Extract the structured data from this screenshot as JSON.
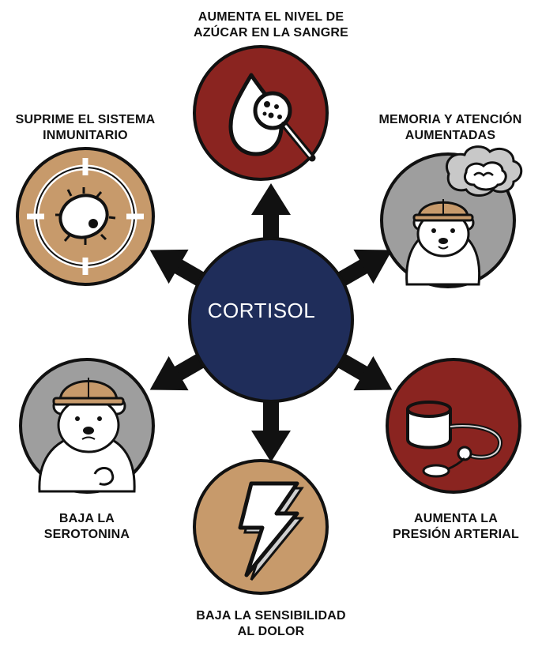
{
  "center": {
    "label": "CORTISOL"
  },
  "effects": {
    "top": {
      "line1": "AUMENTA EL NIVEL DE",
      "line2": "AZÚCAR EN LA SANGRE",
      "icon": "blood-drop-magnifier-icon"
    },
    "upper_left": {
      "line1": "SUPRIME EL SISTEMA",
      "line2": "INMUNITARIO",
      "icon": "virus-target-icon"
    },
    "upper_right": {
      "line1": "MEMORIA Y ATENCIÓN",
      "line2": "AUMENTADAS",
      "icon": "polar-bear-brain-icon"
    },
    "lower_left": {
      "line1": "BAJA LA",
      "line2": "SEROTONINA",
      "icon": "sad-polar-bear-icon"
    },
    "lower_right": {
      "line1": "AUMENTA LA",
      "line2": "PRESIÓN ARTERIAL",
      "icon": "blood-pressure-cuff-icon"
    },
    "bottom": {
      "line1": "BAJA LA SENSIBILIDAD",
      "line2": "AL DOLOR",
      "icon": "lightning-bolt-icon"
    }
  },
  "colors": {
    "navy": "#1f2d5a",
    "red": "#8a2420",
    "tan": "#c79a6b",
    "grey": "#9e9e9e",
    "outline": "#111111"
  }
}
